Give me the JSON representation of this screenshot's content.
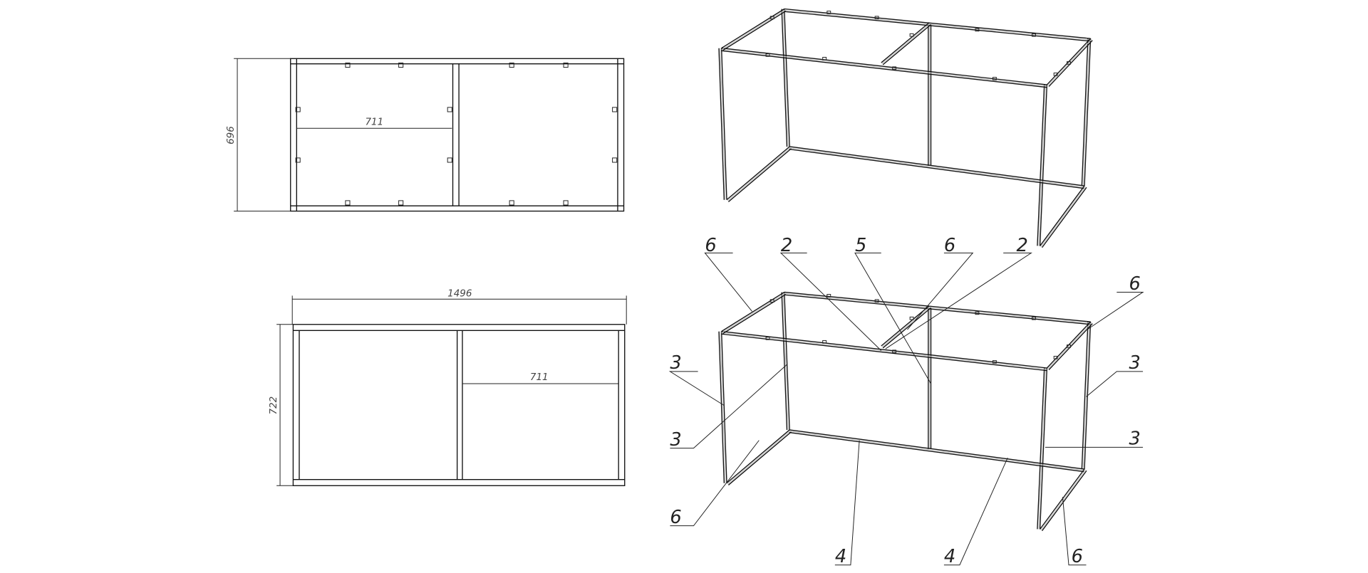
{
  "top_view": {
    "height_dim": "696",
    "inner_width_dim": "711"
  },
  "front_view": {
    "length_dim": "1496",
    "height_dim": "722",
    "inner_width_dim": "711"
  },
  "iso_callouts": {
    "c1": "6",
    "c2": "2",
    "c3": "5",
    "c4": "6",
    "c5": "2",
    "c6": "6",
    "c7": "3",
    "c8": "3",
    "c9": "6",
    "c10": "4",
    "c11": "4",
    "c12": "6",
    "c13": "3",
    "c14": "3"
  }
}
